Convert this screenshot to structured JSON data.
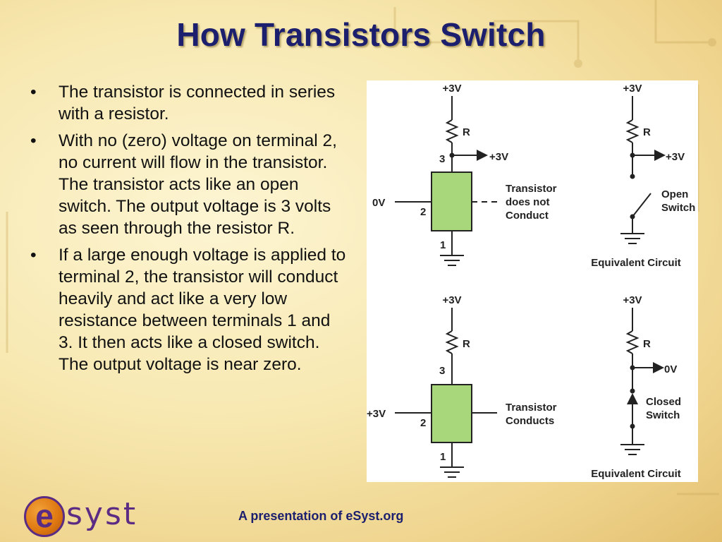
{
  "slide": {
    "title": "How Transistors Switch",
    "bullets": [
      "The transistor is connected in series with a resistor.",
      "With no (zero) voltage on terminal 2, no current will flow in the transistor.  The transistor acts like an open switch.  The output voltage is 3 volts as seen through the resistor R.",
      "If a large enough voltage is applied to terminal 2, the transistor will conduct heavily and act like a very low resistance between terminals 1 and 3.  It then acts like a closed switch.  The output voltage is near zero."
    ],
    "footer": "A presentation of eSyst.org",
    "logo": {
      "letter": "e",
      "text": "syst"
    }
  },
  "diagram": {
    "supply": "+3V",
    "resistor": "R",
    "terminal_1": "1",
    "terminal_2": "2",
    "terminal_3": "3",
    "off_case": {
      "input_voltage": "0V",
      "output_voltage": "+3V",
      "transistor_note_line1": "Transistor",
      "transistor_note_line2": "does not",
      "transistor_note_line3": "Conduct",
      "switch_label_line1": "Open",
      "switch_label_line2": "Switch",
      "equivalent_label": "Equivalent Circuit"
    },
    "on_case": {
      "input_voltage": "+3V",
      "output_voltage": "0V",
      "transistor_note_line1": "Transistor",
      "transistor_note_line2": "Conducts",
      "switch_label_line1": "Closed",
      "switch_label_line2": "Switch",
      "equivalent_label": "Equivalent Circuit"
    }
  },
  "colors": {
    "title": "#1c1f6e",
    "transistor_fill": "#a8d67a",
    "logo_purple": "#5b2c83",
    "logo_orange": "#e07a12"
  }
}
